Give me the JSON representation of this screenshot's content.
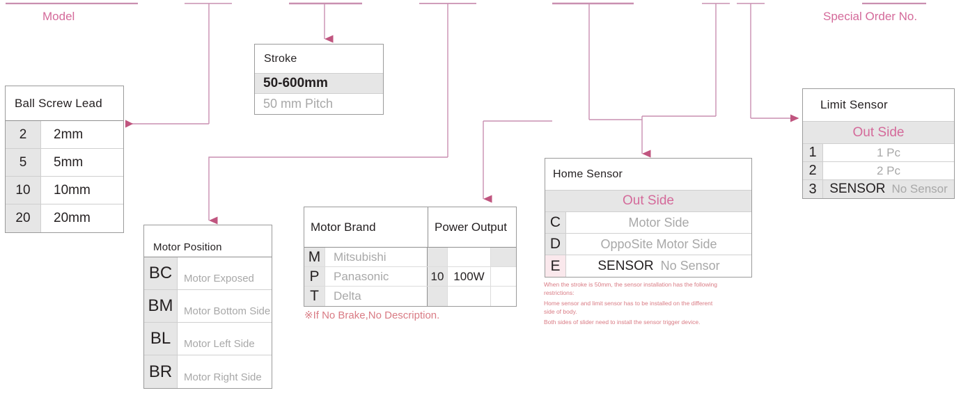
{
  "captions": {
    "model": "Model",
    "special_order": "Special Order No."
  },
  "ball_screw_lead": {
    "title": "Ball Screw Lead",
    "rows": [
      {
        "code": "2",
        "label": "2mm"
      },
      {
        "code": "5",
        "label": "5mm"
      },
      {
        "code": "10",
        "label": "10mm"
      },
      {
        "code": "20",
        "label": "20mm"
      }
    ]
  },
  "stroke": {
    "title": "Stroke",
    "range": "50-600mm",
    "pitch": "50 mm Pitch"
  },
  "motor_position": {
    "title": "Motor Position",
    "rows": [
      {
        "code": "BC",
        "label": "Motor Exposed"
      },
      {
        "code": "BM",
        "label": "Motor Bottom Side"
      },
      {
        "code": "BL",
        "label": "Motor Left Side"
      },
      {
        "code": "BR",
        "label": "Motor Right Side"
      }
    ]
  },
  "motor_brand": {
    "title": "Motor Brand",
    "power_title": "Power Output",
    "rows": [
      {
        "code": "M",
        "name": "Mitsubishi",
        "power_code": "",
        "power_label": ""
      },
      {
        "code": "P",
        "name": "Panasonic",
        "power_code": "10",
        "power_label": "100W"
      },
      {
        "code": "T",
        "name": "Delta",
        "power_code": "",
        "power_label": ""
      }
    ],
    "note": "※If No Brake,No Description."
  },
  "home_sensor": {
    "title": "Home Sensor",
    "group_label": "Out Side",
    "rows": [
      {
        "code": "C",
        "label": "Motor Side",
        "strong": "",
        "dim": ""
      },
      {
        "code": "D",
        "label": "OppoSite Motor Side",
        "strong": "",
        "dim": ""
      },
      {
        "code": "E",
        "label": "",
        "strong": "SENSOR",
        "dim": "No Sensor"
      }
    ],
    "notes": [
      "When the stroke is 50mm, the sensor installation has the following restrictions:",
      "Home sensor and limit sensor has to be installed on the different side of body.",
      "Both sides of slider need to install the sensor trigger device."
    ]
  },
  "limit_sensor": {
    "title": "Limit Sensor",
    "group_label": "Out Side",
    "rows": [
      {
        "code": "1",
        "label": "1 Pc",
        "strong": "",
        "dim": ""
      },
      {
        "code": "2",
        "label": "2 Pc",
        "strong": "",
        "dim": ""
      },
      {
        "code": "3",
        "label": "",
        "strong": "SENSOR",
        "dim": "No Sensor"
      }
    ]
  },
  "colors": {
    "accent_pink": "#d46a9a",
    "wire": "#c98fb0",
    "note_red": "#d97b84",
    "cell_gray": "#e6e6e6",
    "pink_tint": "#fae8ec"
  }
}
